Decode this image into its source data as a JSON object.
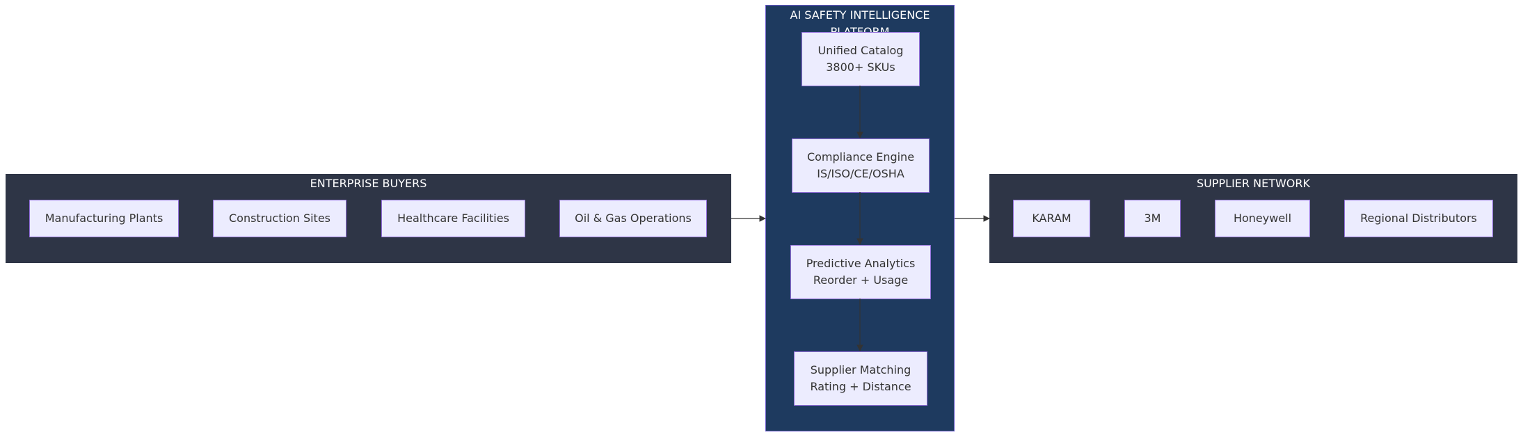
{
  "colors": {
    "buyers_group_bg": "#2e3546",
    "platform_group_bg": "#1e3a5f",
    "node_bg": "#ececfe",
    "node_border": "#9370db",
    "edge": "#333333"
  },
  "groups": {
    "buyers": {
      "title": "ENTERPRISE BUYERS",
      "nodes": [
        "Manufacturing Plants",
        "Construction Sites",
        "Healthcare Facilities",
        "Oil & Gas Operations"
      ]
    },
    "platform": {
      "title": "AI SAFETY INTELLIGENCE PLATFORM",
      "nodes": [
        {
          "line1": "Unified Catalog",
          "line2": "3800+ SKUs"
        },
        {
          "line1": "Compliance Engine",
          "line2": "IS/ISO/CE/OSHA"
        },
        {
          "line1": "Predictive Analytics",
          "line2": "Reorder + Usage"
        },
        {
          "line1": "Supplier Matching",
          "line2": "Rating + Distance"
        }
      ]
    },
    "suppliers": {
      "title": "SUPPLIER NETWORK",
      "nodes": [
        "KARAM",
        "3M",
        "Honeywell",
        "Regional Distributors"
      ]
    }
  }
}
